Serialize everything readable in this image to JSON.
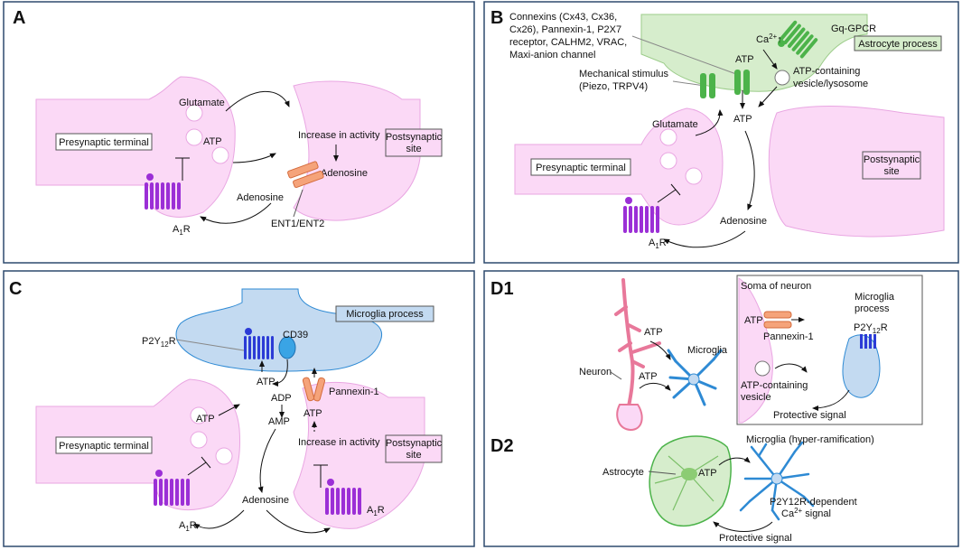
{
  "panels": {
    "a": {
      "label": "A",
      "presynaptic": "Presynaptic terminal",
      "postsynaptic": [
        "Postsynaptic",
        "site"
      ],
      "glutamate": "Glutamate",
      "atp": "ATP",
      "increase": "Increase in activity",
      "adenosine_post": "Adenosine",
      "adenosine_pre": "Adenosine",
      "transporter": "ENT1/ENT2",
      "receptor_main": "A",
      "receptor_sub": "1",
      "receptor_end": "R"
    },
    "b": {
      "label": "B",
      "channels": [
        "Connexins (Cx43, Cx36,",
        "Cx26), Pannexin-1, P2X7",
        "receptor, CALHM2, VRAC,",
        "Maxi-anion channel"
      ],
      "mechanical": [
        "Mechanical stimulus",
        "(Piezo, TRPV4)"
      ],
      "gpcr": "Gq-GPCR",
      "calcium_main": "Ca",
      "calcium_sup": "2+",
      "astro_process": "Astrocyte process",
      "atp_top": "ATP",
      "vesicle": [
        "ATP-containing",
        "vesicle/lysosome"
      ],
      "atp_mid": "ATP",
      "glutamate": "Glutamate",
      "presynaptic": "Presynaptic terminal",
      "postsynaptic": [
        "Postsynaptic",
        "site"
      ],
      "adenosine": "Adenosine",
      "receptor_main": "A",
      "receptor_sub": "1",
      "receptor_end": "R"
    },
    "c": {
      "label": "C",
      "microglia_process": "Microglia process",
      "p2y_main": "P2Y",
      "p2y_sub": "12",
      "p2y_end": "R",
      "cd39": "CD39",
      "atp_left": "ATP",
      "atp_mid": "ATP",
      "adp": "ADP",
      "amp": "AMP",
      "pannexin": "Pannexin-1",
      "atp_right": "ATP",
      "increase": "Increase in activity",
      "presynaptic": "Presynaptic terminal",
      "postsynaptic": [
        "Postsynaptic",
        "site"
      ],
      "adenosine": "Adenosine",
      "receptor_main": "A",
      "receptor_sub": "1",
      "receptor_end": "R"
    },
    "d1": {
      "label": "D1",
      "atp_top": "ATP",
      "microglia": "Microglia",
      "neuron": "Neuron",
      "atp_bottom": "ATP",
      "soma": "Soma of neuron",
      "microglia_process": [
        "Microglia",
        "process"
      ],
      "atp_inset": "ATP",
      "pannexin": "Pannexin-1",
      "p2y_main": "P2Y",
      "p2y_sub": "12",
      "p2y_end": "R",
      "vesicle": [
        "ATP-containing",
        "vesicle"
      ],
      "protective": "Protective signal"
    },
    "d2": {
      "label": "D2",
      "microglia_hr": "Microglia (hyper-ramification)",
      "astrocyte": "Astrocyte",
      "atp": "ATP",
      "p2y_line1": "P2Y12R-dependent",
      "p2y_line2_main": "Ca",
      "p2y_line2_sup": "2+",
      "p2y_line2_end": " signal",
      "protective": "Protective signal"
    }
  },
  "colors": {
    "frame": "#2e4a6e",
    "membrane_fill": "#fbd9f6",
    "membrane_stroke": "#e9a6e2",
    "receptor": "#9b2fd6",
    "transporter": "#f5a37a",
    "astro_fill": "#d6edcc",
    "astro_stroke": "#9ccc8a",
    "channel_green": "#4cb34a",
    "microglia_fill": "#c3daf1",
    "microglia_stroke": "#2e8ad4",
    "p2y": "#2b3bd6",
    "neuron": "#e8789a"
  }
}
